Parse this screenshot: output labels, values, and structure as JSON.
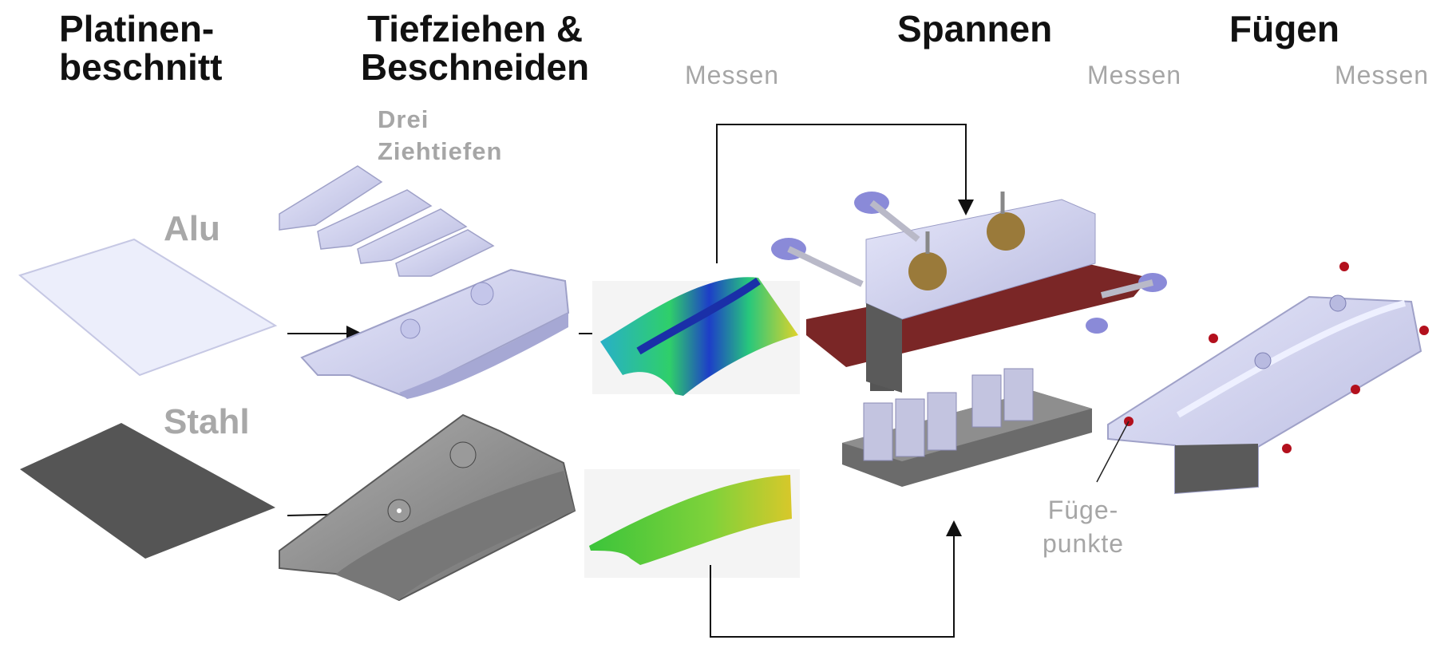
{
  "headers": {
    "platinenbeschnitt": [
      "Platinen-",
      "beschnitt"
    ],
    "tiefziehen": [
      "Tiefziehen &",
      "Beschneiden"
    ],
    "spannen": "Spannen",
    "fuegen": "Fügen"
  },
  "measure_labels": [
    "Messen",
    "Messen",
    "Messen"
  ],
  "drei_ziehtiefen": [
    "Drei",
    "Ziehtiefen"
  ],
  "materials": {
    "alu": "Alu",
    "stahl": "Stahl"
  },
  "fuegepunkte": [
    "Füge-",
    "punkte"
  ],
  "colors": {
    "alu_sheet": "#eceefb",
    "alu_part": "#d0d2ef",
    "steel_sheet": "#555555",
    "steel_part": "#8c8c8c",
    "joint_point": "#b3101d",
    "clamp_knob": "#8a8ad8",
    "fixture_red": "#7a2626",
    "fixture_brass": "#9a7a3a"
  }
}
